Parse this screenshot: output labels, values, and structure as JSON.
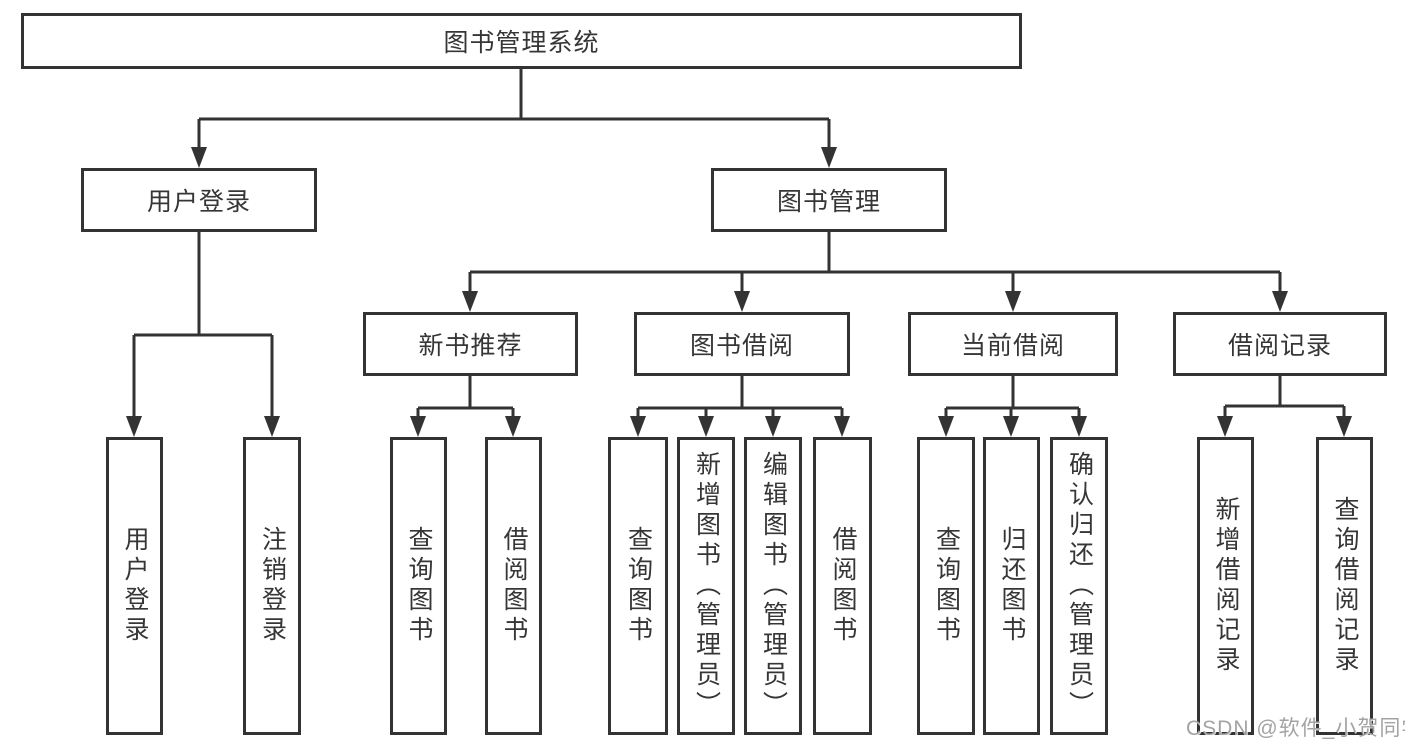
{
  "colors": {
    "line": "#333333",
    "text": "#363636",
    "box_background": "#ffffff",
    "page_background": "#ffffff",
    "watermark": "#a3a3a3"
  },
  "watermark": {
    "text": "CSDN @软件_小贺同学"
  },
  "diagram": {
    "type": "hierarchy-tree",
    "root": {
      "label": "图书管理系统",
      "children": [
        {
          "label": "用户登录",
          "children": [
            {
              "label": "用户登录"
            },
            {
              "label": "注销登录"
            }
          ]
        },
        {
          "label": "图书管理",
          "children": [
            {
              "label": "新书推荐",
              "children": [
                {
                  "label": "查询图书"
                },
                {
                  "label": "借阅图书"
                }
              ]
            },
            {
              "label": "图书借阅",
              "children": [
                {
                  "label": "查询图书"
                },
                {
                  "label": "新增图书（管理员）"
                },
                {
                  "label": "编辑图书（管理员）"
                },
                {
                  "label": "借阅图书"
                }
              ]
            },
            {
              "label": "当前借阅",
              "children": [
                {
                  "label": "查询图书"
                },
                {
                  "label": "归还图书"
                },
                {
                  "label": "确认归还（管理员）"
                }
              ]
            },
            {
              "label": "借阅记录",
              "children": [
                {
                  "label": "新增借阅记录"
                },
                {
                  "label": "查询借阅记录"
                }
              ]
            }
          ]
        }
      ]
    }
  }
}
